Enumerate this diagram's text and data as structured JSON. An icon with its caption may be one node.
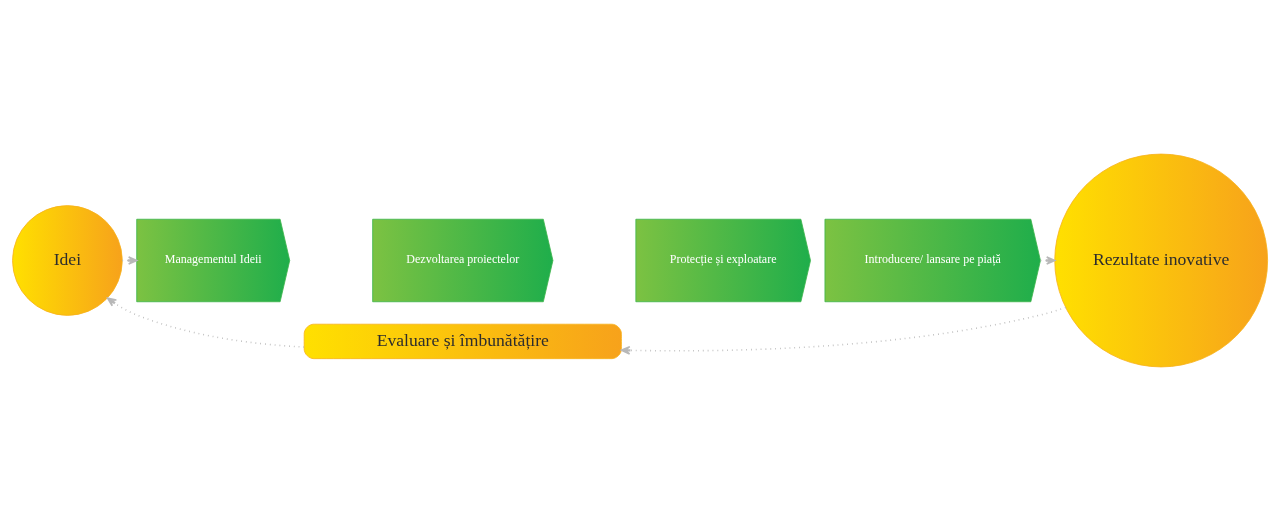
{
  "diagram": {
    "nodes": [
      {
        "text": [
          "Idei"
        ]
      },
      {
        "text": [
          "Managementul Ideii"
        ]
      },
      {
        "text": [
          "Dezvoltarea proiectelor"
        ]
      },
      {
        "text": [
          "Protecție și exploatare"
        ]
      },
      {
        "text": [
          "Introducere/ lansare pe piață"
        ]
      },
      {
        "text": [
          "Rezultate inovative"
        ]
      },
      {
        "text": [
          "Evaluare și îmbunătățire"
        ]
      }
    ],
    "edges": [
      {
        "from": 0,
        "to": 1,
        "arrow": "to",
        "style": "dashed"
      },
      {
        "from": 4,
        "to": 5,
        "arrow": "to",
        "style": "dashed"
      },
      {
        "from": 5,
        "to": 6,
        "arrow": "to",
        "style": "dashed"
      },
      {
        "from": 6,
        "to": 0,
        "arrow": "to",
        "style": "dashed"
      }
    ]
  }
}
